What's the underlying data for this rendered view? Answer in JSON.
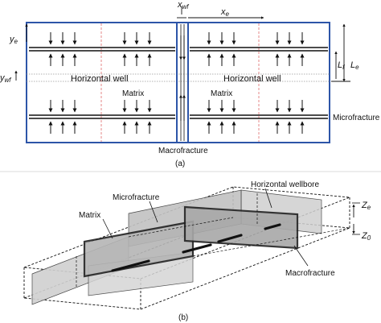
{
  "panel_a": {
    "var_ye": "y",
    "var_ye_sub": "e",
    "var_ywf": "y",
    "var_ywf_sub": "wf",
    "var_xwf": "x",
    "var_xwf_sub": "wf",
    "var_xe": "x",
    "var_xe_sub": "e",
    "var_Lf": "L",
    "var_Lf_sub": "f",
    "var_Le": "L",
    "var_Le_sub": "e",
    "hw_left": "Horizontal well",
    "hw_right": "Horizontal well",
    "matrix_left": "Matrix",
    "matrix_right": "Matrix",
    "microfracture": "Microfracture",
    "macrofracture": "Macrofracture",
    "caption": "(a)"
  },
  "panel_b": {
    "horizontal_wellbore": "Horizontal wellbore",
    "microfracture": "Microfracture",
    "matrix": "Matrix",
    "macrofracture": "Macrofracture",
    "var_Ze": "Z",
    "var_Ze_sub": "e",
    "var_Z0": "Z",
    "var_Z0_sub": "0",
    "caption": "(b)"
  },
  "colors": {
    "outline_blue": "#2d55a8",
    "red_dashed": "#e06a6a",
    "plane_gray": "#c9c9c9",
    "plane_dark": "#9a9a9a"
  }
}
